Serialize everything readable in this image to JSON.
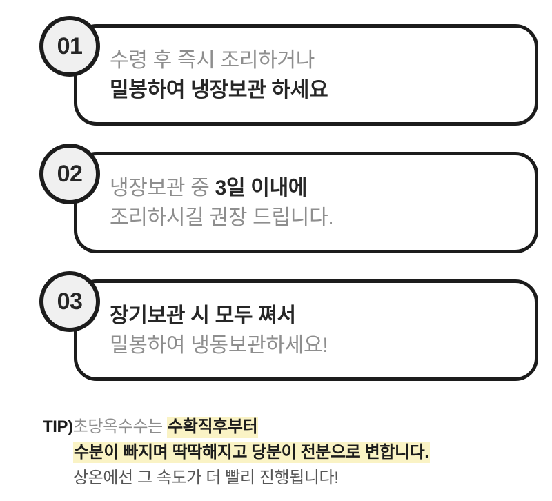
{
  "page": {
    "background_color": "#ffffff",
    "accent_highlight_color": "#faf3c5",
    "ink_color": "#1c1c1c",
    "muted_text_color": "#8e8e8e"
  },
  "steps": [
    {
      "number": "01",
      "line1": "수령 후 즉시 조리하거나",
      "line1_style": "light",
      "line2": "밀봉하여 냉장보관 하세요",
      "line2_style": "bold"
    },
    {
      "number": "02",
      "line1_prefix": "냉장보관 중 ",
      "line1_emphasis": "3일 이내에",
      "line1_style": "light-with-bold",
      "line2": "조리하시길 권장 드립니다.",
      "line2_style": "light"
    },
    {
      "number": "03",
      "line1": "장기보관 시 모두 쪄서",
      "line1_style": "bold",
      "line2": "밀봉하여 냉동보관하세요!",
      "line2_style": "light"
    }
  ],
  "tip": {
    "label": "TIP)",
    "line1_normal": "초당옥수수는 ",
    "line1_highlight": "수확직후부터",
    "line2_highlight": "수분이 빠지며 딱딱해지고 당분이 전분으로 변합니다.",
    "line3": "상온에선 그 속도가 더 빨리 진행됩니다!"
  }
}
